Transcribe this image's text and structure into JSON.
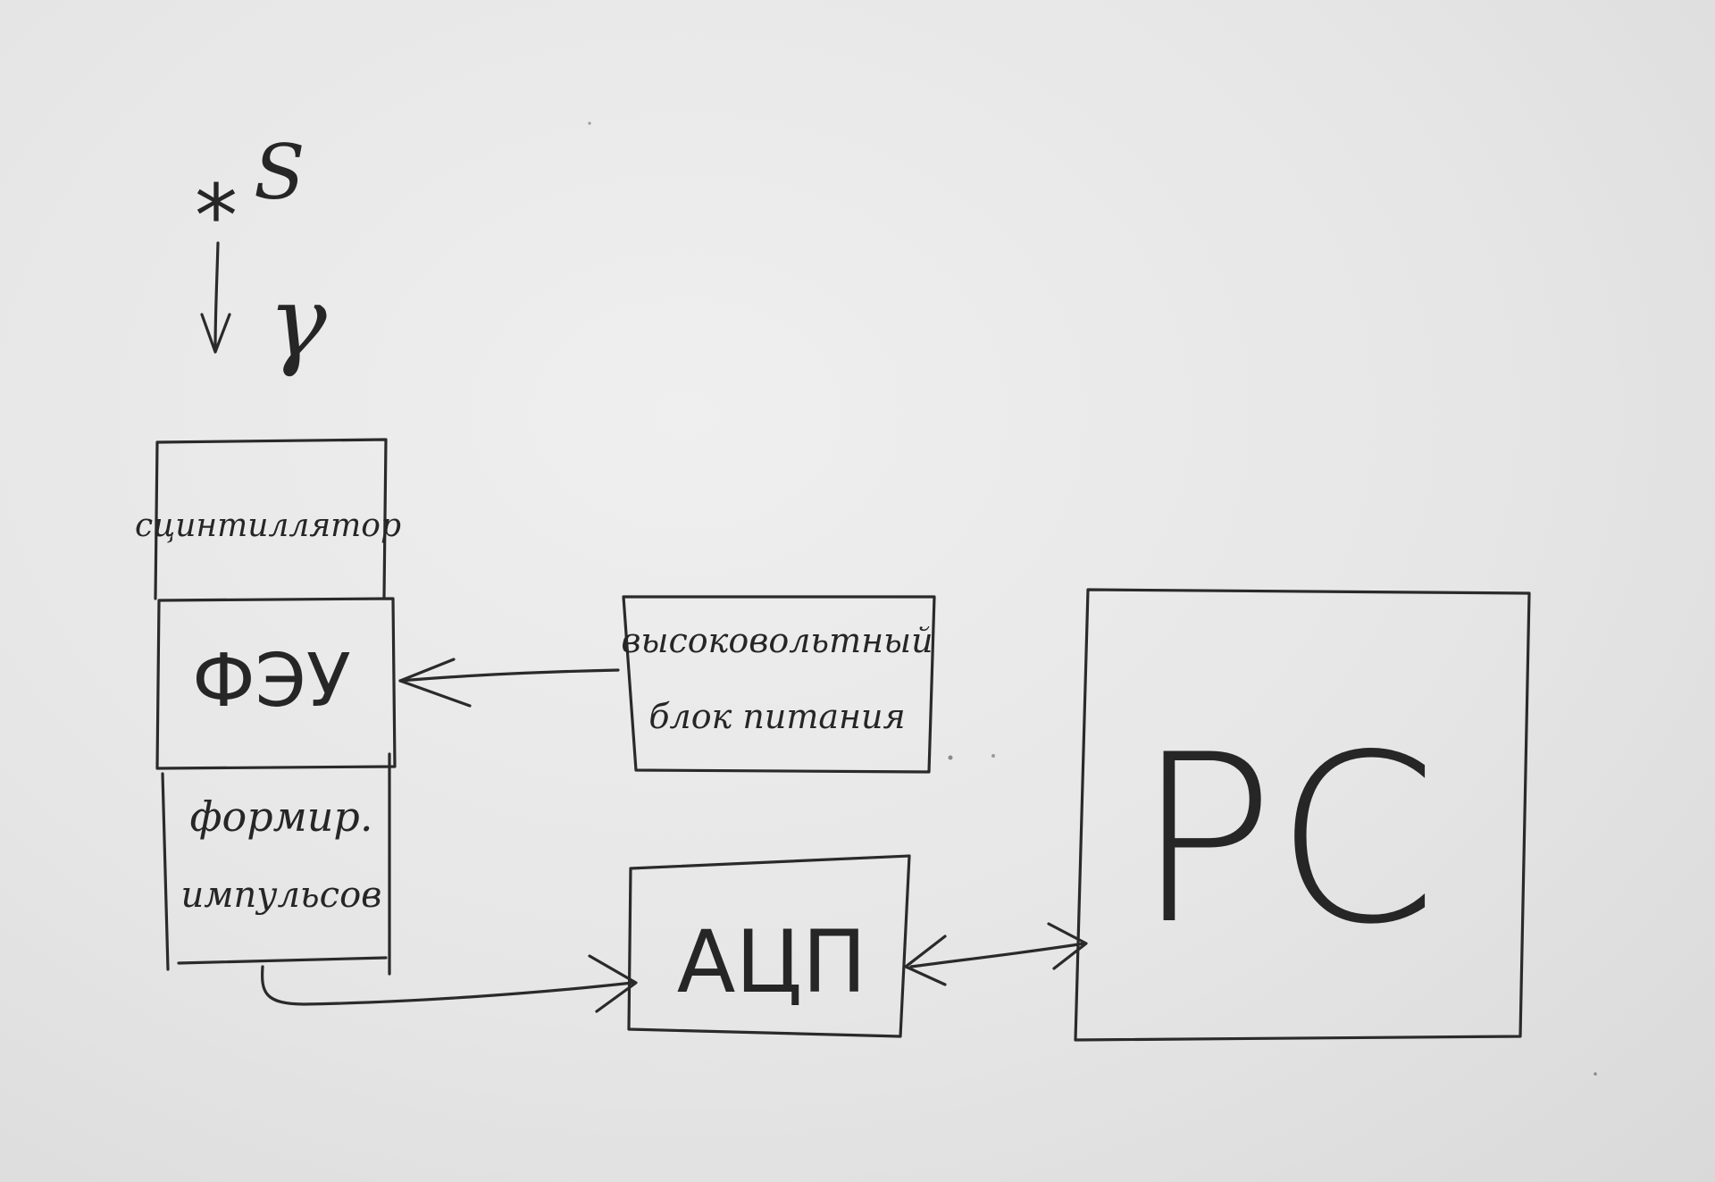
{
  "symbols": {
    "star": "*",
    "s_letter": "S",
    "gamma": "γ"
  },
  "blocks": {
    "scintillator": "сцинтиллятор",
    "pmt": "ФЭУ",
    "pulse_shaper_line1": "формир.",
    "pulse_shaper_line2": "импульсов",
    "hv_supply_line1": "высоковольтный",
    "hv_supply_line2": "блок питания",
    "adc": "АЦП",
    "pc": "PC"
  },
  "colors": {
    "paper": "#e6e6e6",
    "ink": "#2a2a2a"
  }
}
